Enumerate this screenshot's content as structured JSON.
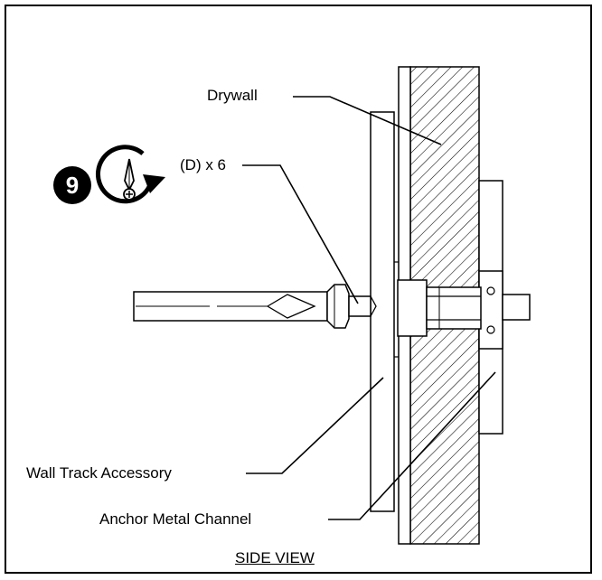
{
  "diagram": {
    "labels": {
      "drywall": "Drywall",
      "fastener": "(D) x 6",
      "wall_track": "Wall Track Accessory",
      "anchor_channel": "Anchor Metal Channel"
    },
    "view_title": "SIDE VIEW",
    "step": {
      "number": "9",
      "icon": "phillips-screwdriver-clockwise-icon"
    },
    "colors": {
      "line": "#000000",
      "background": "#ffffff"
    }
  }
}
